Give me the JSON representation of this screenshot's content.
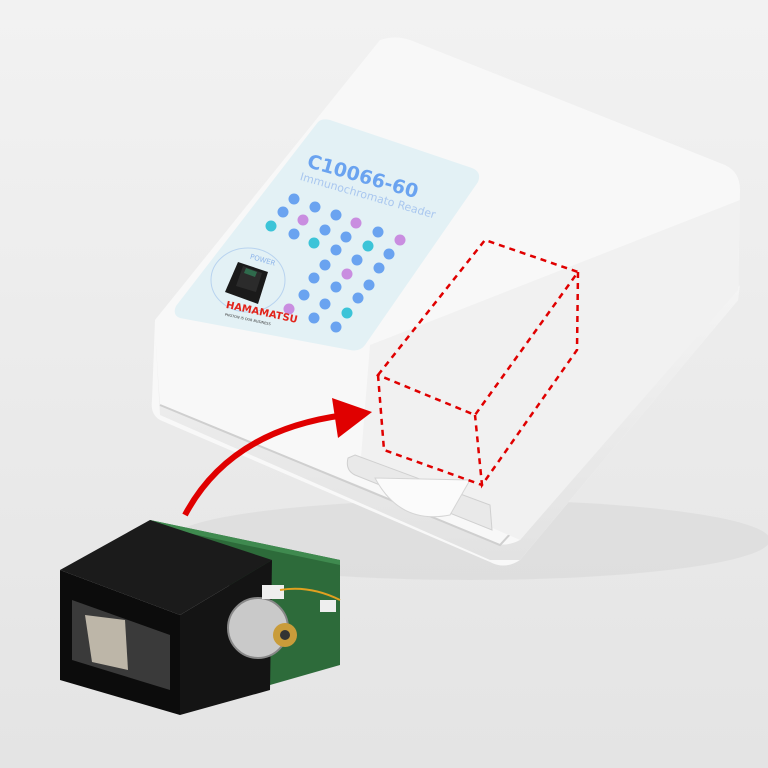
{
  "device": {
    "model": "C10066-60",
    "subtitle": "Immunochromato Reader",
    "power_label": "POWER",
    "brand": "HAMAMATSU",
    "tagline": "PHOTON IS OUR BUSINESS"
  },
  "colors": {
    "background": "#ececec",
    "body": "#f7f7f7",
    "panel": "#e3f1f5",
    "dot_blue": "#6aa3f0",
    "dot_purple": "#c98de0",
    "dot_teal": "#3cc4d8",
    "annotation_red": "#e00000",
    "brand_red": "#e2231a"
  },
  "icons": {
    "arrow": "curved-arrow-icon",
    "module_outline": "dashed-box-icon"
  }
}
